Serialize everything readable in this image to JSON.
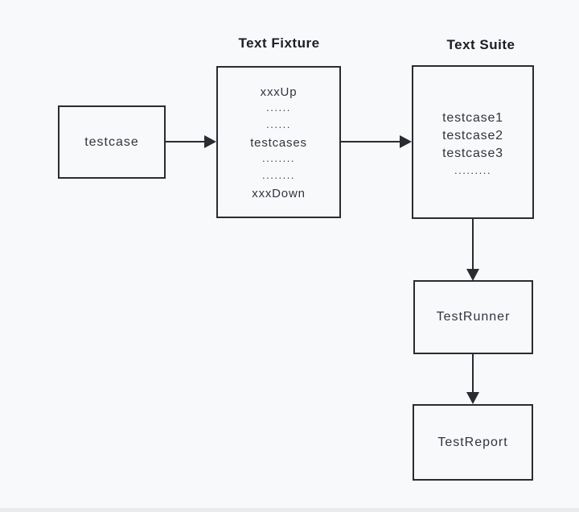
{
  "diagram": {
    "titles": {
      "fixture": "Text Fixture",
      "suite": "Text Suite"
    },
    "boxes": {
      "testcase": {
        "label": "testcase"
      },
      "fixture": {
        "rows": [
          "xxxUp",
          "......",
          "......",
          "testcases",
          "........",
          "........",
          "xxxDown"
        ]
      },
      "suite": {
        "rows": [
          "testcase1",
          "testcase2",
          "testcase3",
          "........."
        ]
      },
      "runner": {
        "label": "TestRunner"
      },
      "report": {
        "label": "TestReport"
      }
    },
    "colors": {
      "background": "#f8f9fb",
      "border": "#2b2b31",
      "text": "#33333d",
      "arrow": "#2b2b31"
    }
  }
}
